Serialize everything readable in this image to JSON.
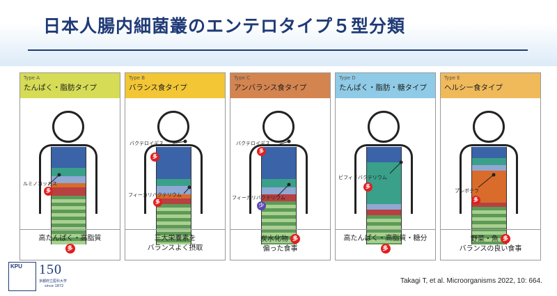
{
  "title": "日本人腸内細菌叢のエンテロタイプ５型分類",
  "citation": "Takagi T, et al. Microorganisms 2022, 10: 664.",
  "logo": {
    "abbr": "KPU",
    "number": "150",
    "university": "京都府立医科大学",
    "since": "since 1872"
  },
  "panels": [
    {
      "type_label": "Type A",
      "name": "たんぱく・脂肪タイプ",
      "color": "#d6dc55",
      "labels": [
        {
          "text": "ルミノコッカス",
          "badge": "多"
        }
      ],
      "footer_line1": "高たんぱく・高脂質",
      "footer_line2": "",
      "footer_badge": "多"
    },
    {
      "type_label": "Type B",
      "name": "バランス食タイプ",
      "color": "#f2c634",
      "labels": [
        {
          "text": "バクテロイデス",
          "badge": "多"
        },
        {
          "text": "フィーカリバクテリウム",
          "badge": "多"
        }
      ],
      "footer_line1": "三大栄養素を",
      "footer_line2": "バランスよく摂取",
      "footer_badge": ""
    },
    {
      "type_label": "Type C",
      "name": "アンバランス食タイプ",
      "color": "#d4844f",
      "labels": [
        {
          "text": "バクテロイデス",
          "badge": "多"
        },
        {
          "text": "フィーカリバクテリウム",
          "badge": "少"
        }
      ],
      "footer_line1": "炭水化物",
      "footer_line2": "偏った食事",
      "footer_badge": "多"
    },
    {
      "type_label": "Type D",
      "name": "たんぱく・脂肪・糖タイプ",
      "color": "#8fcbe6",
      "labels": [
        {
          "text": "ビフィドバクテリウム",
          "badge": "多"
        }
      ],
      "footer_line1": "高たんぱく・高脂質・糖分",
      "footer_line2": "",
      "footer_badge": "多"
    },
    {
      "type_label": "Type E",
      "name": "ヘルシー食タイプ",
      "color": "#f0b95a",
      "labels": [
        {
          "text": "プレボテラ",
          "badge": "多"
        }
      ],
      "footer_line1": "野菜・魚",
      "footer_line2": "バランスの良い食事",
      "footer_badge": "多"
    }
  ]
}
